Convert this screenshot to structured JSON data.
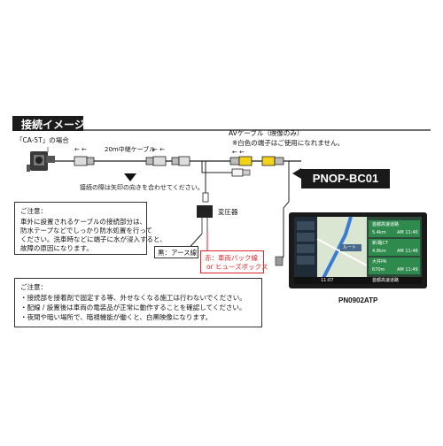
{
  "title": "接続イメージ",
  "camera_label": "「CA-5T」の場合",
  "cable_label": "20m中継ケーブル",
  "arrow_note": "接続の際は矢印の向きを合わせてください。",
  "av_cable": {
    "label": "AVケーブル（映像のみ）",
    "note": "※白色の端子はご使用になれません。"
  },
  "product_tag": "PNOP-BC01",
  "transformer_label": "変圧器",
  "ground_label": "黒：アース線",
  "power_label": {
    "line1": "赤：車両バック線",
    "line2": "or ヒューズボックス"
  },
  "device_label": "PN0902ATP",
  "notice1": {
    "heading": "ご注意：",
    "lines": [
      "車外に設置されるケーブルの接続部分は、",
      "防水テープなどでしっかり防水処置を行って",
      "ください。洗車時などに端子に水が浸入すると、",
      "故障の原因になります。"
    ]
  },
  "notice2": {
    "heading": "ご注意：",
    "lines": [
      "・接続部を接着剤で固定する等、外せなくなる施工は行わないでください。",
      "・配線 / 設置後は車両の電装品が正常に動作することを確認してください。",
      "・夜間や暗い場所で、暗視機能が働くと、白黒映像になります。"
    ]
  },
  "screen": {
    "items": [
      {
        "name": "首都高速道路",
        "sub": "5.4km",
        "time": "AM 11:40"
      },
      {
        "name": "新湘JCT",
        "sub": "4.8km",
        "time": "AM 11:48"
      },
      {
        "name": "大井PA",
        "sub": "670m",
        "time": "AM 11:49"
      }
    ],
    "route_btn": "ルート",
    "clock": "11:07",
    "bottom_bar": "首都高速道路"
  },
  "colors": {
    "connector_yellow": "#f2d21a",
    "power_red": "#e0262b",
    "tag_black": "#1a1a1a",
    "screen_green": "#2f8a4d"
  }
}
